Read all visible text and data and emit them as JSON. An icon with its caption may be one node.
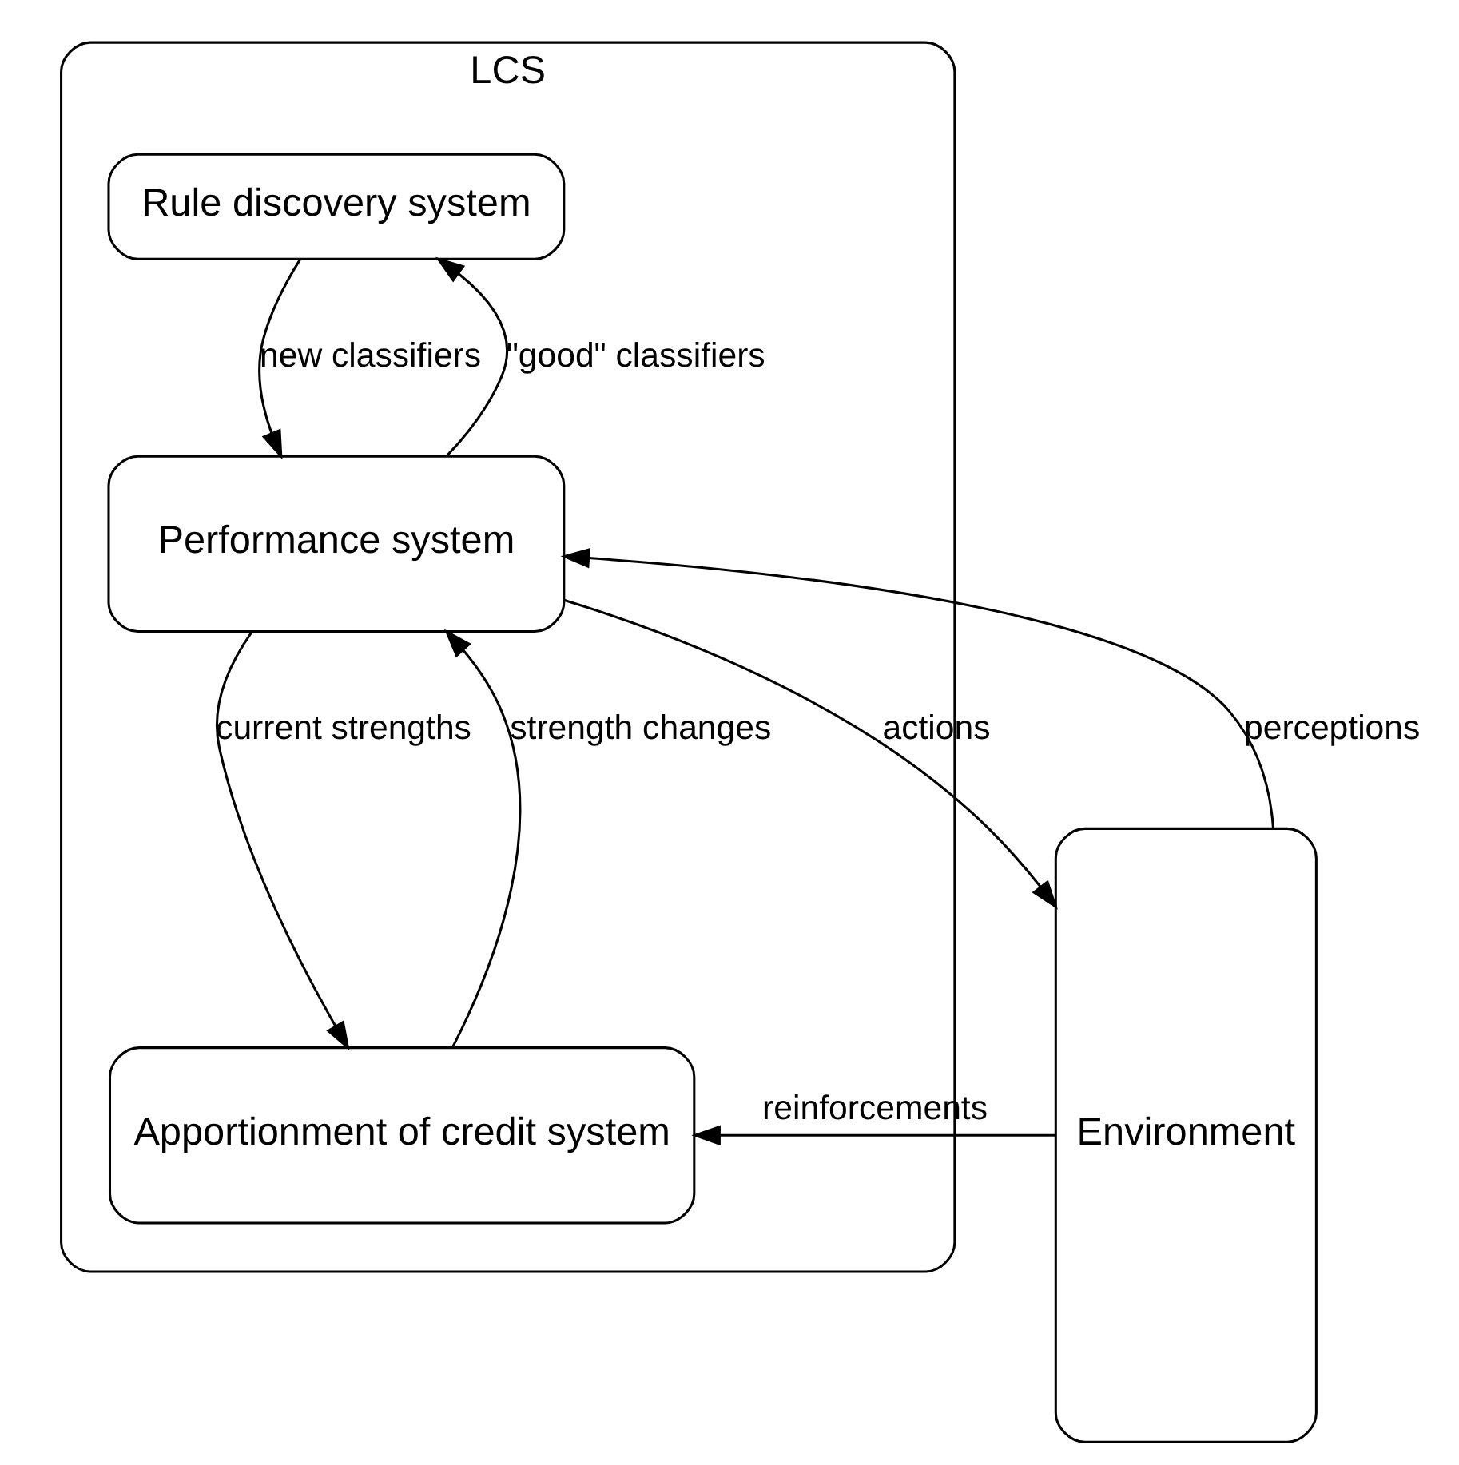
{
  "diagram": {
    "nodes": [
      {
        "text": [
          "LCS"
        ]
      },
      {
        "text": [
          "Rule discovery system"
        ],
        "in": 0
      },
      {
        "text": [
          "Performance system"
        ],
        "in": 0
      },
      {
        "text": [
          "Apportionment of credit system"
        ],
        "in": 0
      },
      {
        "text": [
          "Environment"
        ]
      }
    ],
    "edges": [
      {
        "from": 1,
        "to": 2,
        "arrow": "to",
        "label": "new classifiers"
      },
      {
        "from": 2,
        "to": 1,
        "arrow": "to",
        "label": "\"good\" classifiers"
      },
      {
        "from": 3,
        "to": 2,
        "arrow": "to",
        "label": "strength changes"
      },
      {
        "from": 2,
        "to": 3,
        "arrow": "to",
        "label": "current strengths"
      },
      {
        "from": 4,
        "to": 2,
        "arrow": "to",
        "label": "perceptions"
      },
      {
        "from": 2,
        "to": 4,
        "arrow": "to",
        "label": "actions"
      },
      {
        "from": 4,
        "to": 3,
        "arrow": "to",
        "label": "reinforcements"
      }
    ]
  }
}
